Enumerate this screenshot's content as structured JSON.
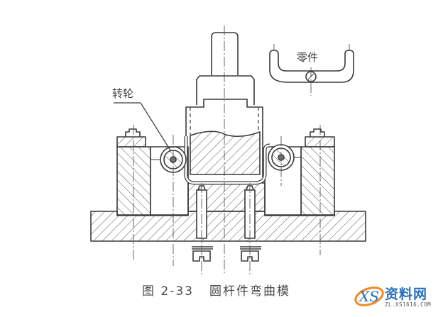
{
  "figure": {
    "caption_number": "图 2-33",
    "caption_title": "圆杆件弯曲模",
    "labels": {
      "roller": "转轮",
      "part": "零件"
    },
    "colors": {
      "line": "#3a3a3a",
      "hatch": "#555555",
      "background": "#ffffff"
    }
  },
  "watermark": {
    "logo_letters": "XS",
    "brand": "资料网",
    "url": "ZL.XS1616.COM",
    "colors": {
      "blue": "#2a6fb8",
      "orange": "#f08a24"
    }
  }
}
